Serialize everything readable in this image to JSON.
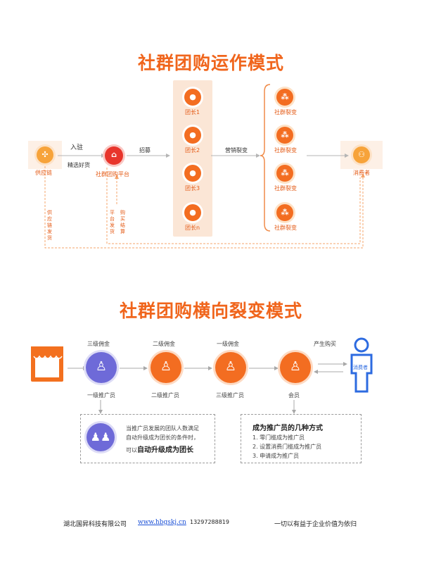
{
  "diagram1": {
    "title": "社群团购运作模式",
    "supplier": "供应链",
    "enter": "入驻",
    "select_goods": "精选好货",
    "platform": "社群团购平台",
    "recruit": "招募",
    "leaders": [
      "团长1",
      "团长2",
      "团长3",
      "团长n"
    ],
    "marketing": "营销裂变",
    "fission": [
      "社群裂变",
      "社群裂变",
      "社群裂变",
      "社群裂变"
    ],
    "consumer": "消费者",
    "supply_ship": "供应链发货",
    "platform_ship": "平台发货",
    "buy_settle": "购买结算"
  },
  "diagram2": {
    "title": "社群团购横向裂变模式",
    "commissions": [
      "三级佣金",
      "二级佣金",
      "一级佣金"
    ],
    "produce_buy": "产生购买",
    "promoters": [
      "一级推广员",
      "二级推广员",
      "三级推广员",
      "会员"
    ],
    "consumer": "消费者",
    "upgrade_text_1": "当推广员发展的团队人数满足",
    "upgrade_text_2": "自动升级成为团长的条件时，",
    "upgrade_text_3": "可以",
    "upgrade_bold": "自动升级成为团长",
    "ways_title": "成为推广员的几种方式",
    "ways": [
      "1.   零门槛成为推广员",
      "2.   设置消费门槛成为推广员",
      "3.   申请成为推广员"
    ]
  },
  "footer": {
    "company": "湖北国昇科技有限公司",
    "website": "www.hbgskj.cn",
    "phone": "13297288819",
    "slogan": "一切以有益于企业价值为依归"
  },
  "colors": {
    "orange": "#f36d21",
    "purple": "#6e6ad8",
    "blue": "#2d6be0",
    "red": "#e8352c"
  }
}
